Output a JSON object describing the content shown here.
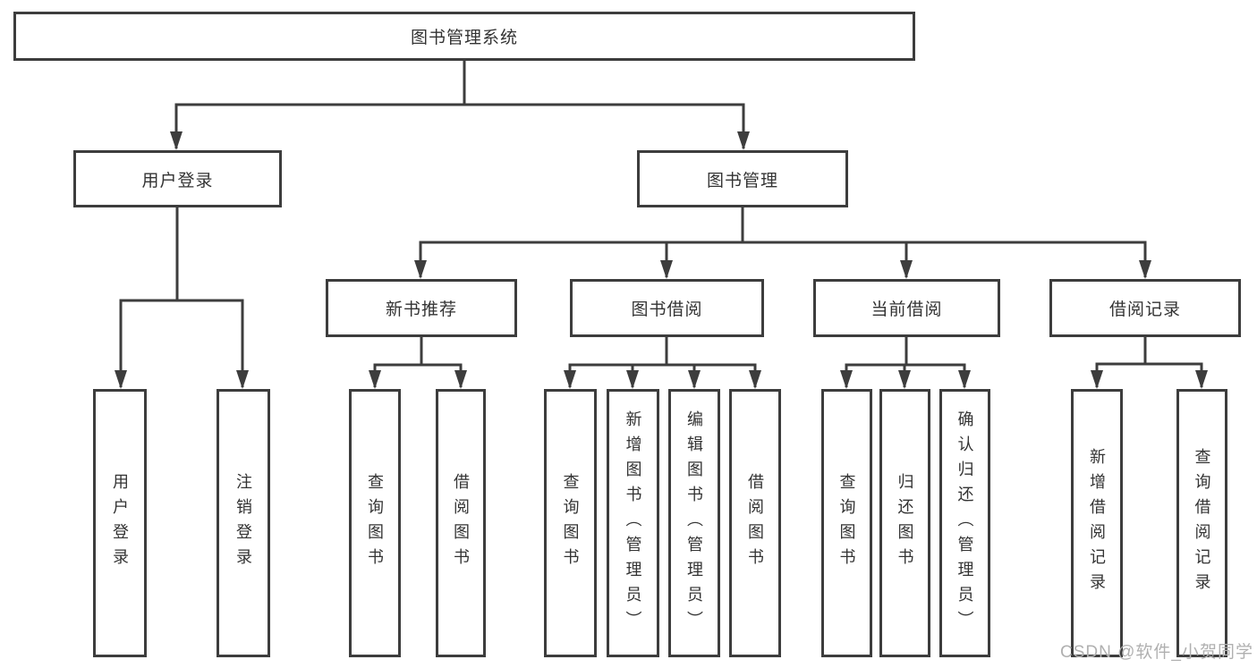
{
  "colors": {
    "line": "#3d3d3d",
    "box_border": "#3d3d3d",
    "text": "#333333",
    "watermark_text": "#b0b0b0",
    "background": "#ffffff"
  },
  "nodes": {
    "root": "图书管理系统",
    "user_login": "用户登录",
    "book_mgmt": "图书管理",
    "new_book_rec": "新书推荐",
    "book_borrow": "图书借阅",
    "current_borrow": "当前借阅",
    "borrow_records": "借阅记录",
    "ul_user_login": "用户登录",
    "ul_logout": "注销登录",
    "nr_query_book": "查询图书",
    "nr_borrow_book": "借阅图书",
    "bb_query_book": "查询图书",
    "bb_add_book_admin": "新增图书（管理员）",
    "bb_edit_book_admin": "编辑图书（管理员）",
    "bb_borrow_book": "借阅图书",
    "cb_query_book": "查询图书",
    "cb_return_book": "归还图书",
    "cb_confirm_return_admin": "确认归还（管理员）",
    "br_add_record": "新增借阅记录",
    "br_query_record": "查询借阅记录"
  },
  "watermark": "CSDN @软件_小贺同学"
}
